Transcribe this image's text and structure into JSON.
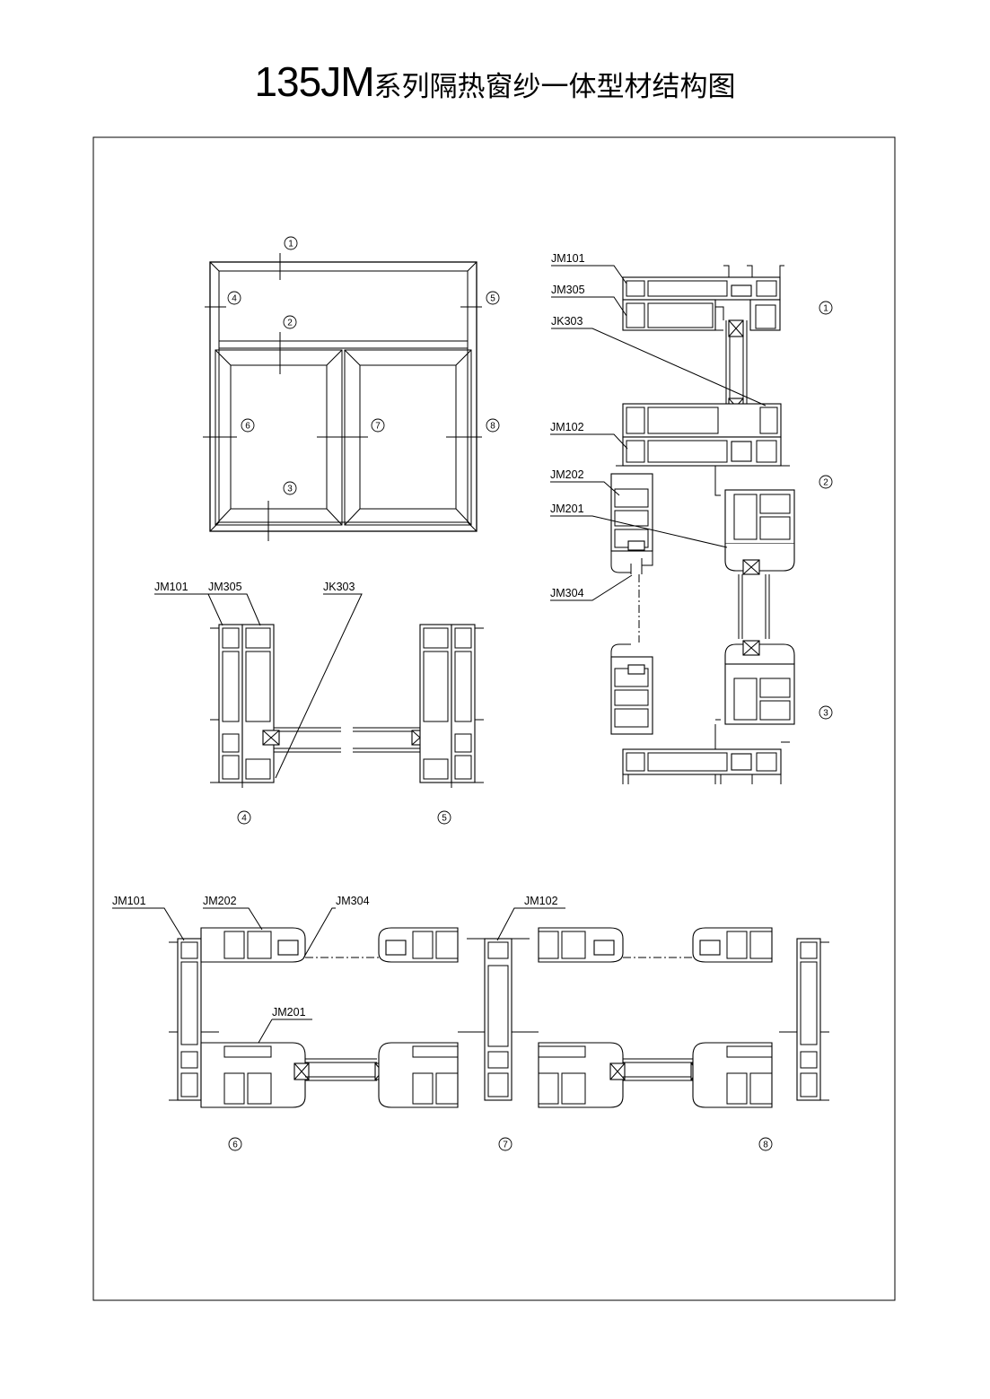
{
  "title": {
    "main": "135JM",
    "sub": "系列隔热窗纱一体型材结构图"
  },
  "section_marks": [
    "1",
    "2",
    "3",
    "4",
    "5",
    "6",
    "7",
    "8"
  ],
  "labels": {
    "jm101": "JM101",
    "jm305": "JM305",
    "jk303": "JK303",
    "jm102": "JM102",
    "jm202": "JM202",
    "jm201": "JM201",
    "jm304": "JM304"
  }
}
